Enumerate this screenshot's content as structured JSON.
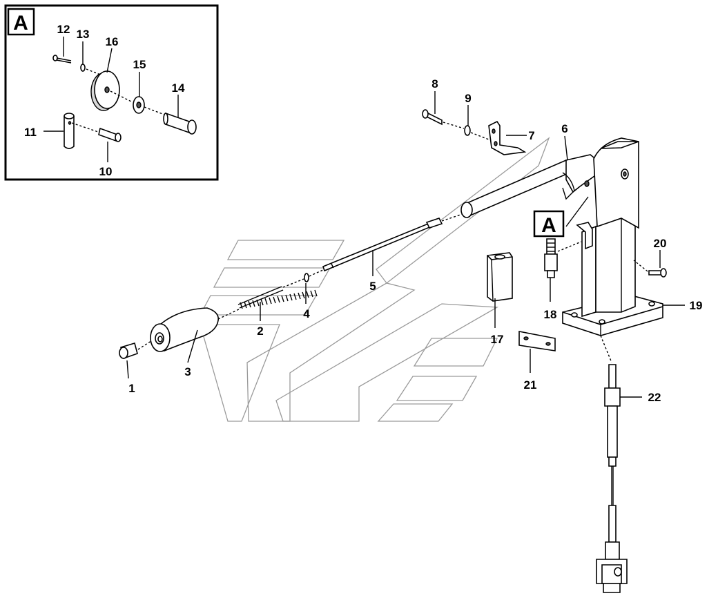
{
  "detail_view": {
    "label": "A"
  },
  "reference_tag": {
    "label": "A"
  },
  "callouts": {
    "p1": "1",
    "p2": "2",
    "p3": "3",
    "p4": "4",
    "p5": "5",
    "p6": "6",
    "p7": "7",
    "p8": "8",
    "p9": "9",
    "p10": "10",
    "p11": "11",
    "p12": "12",
    "p13": "13",
    "p14": "14",
    "p15": "15",
    "p16": "16",
    "p17": "17",
    "p18": "18",
    "p19": "19",
    "p20": "20",
    "p21": "21",
    "p22": "22"
  }
}
